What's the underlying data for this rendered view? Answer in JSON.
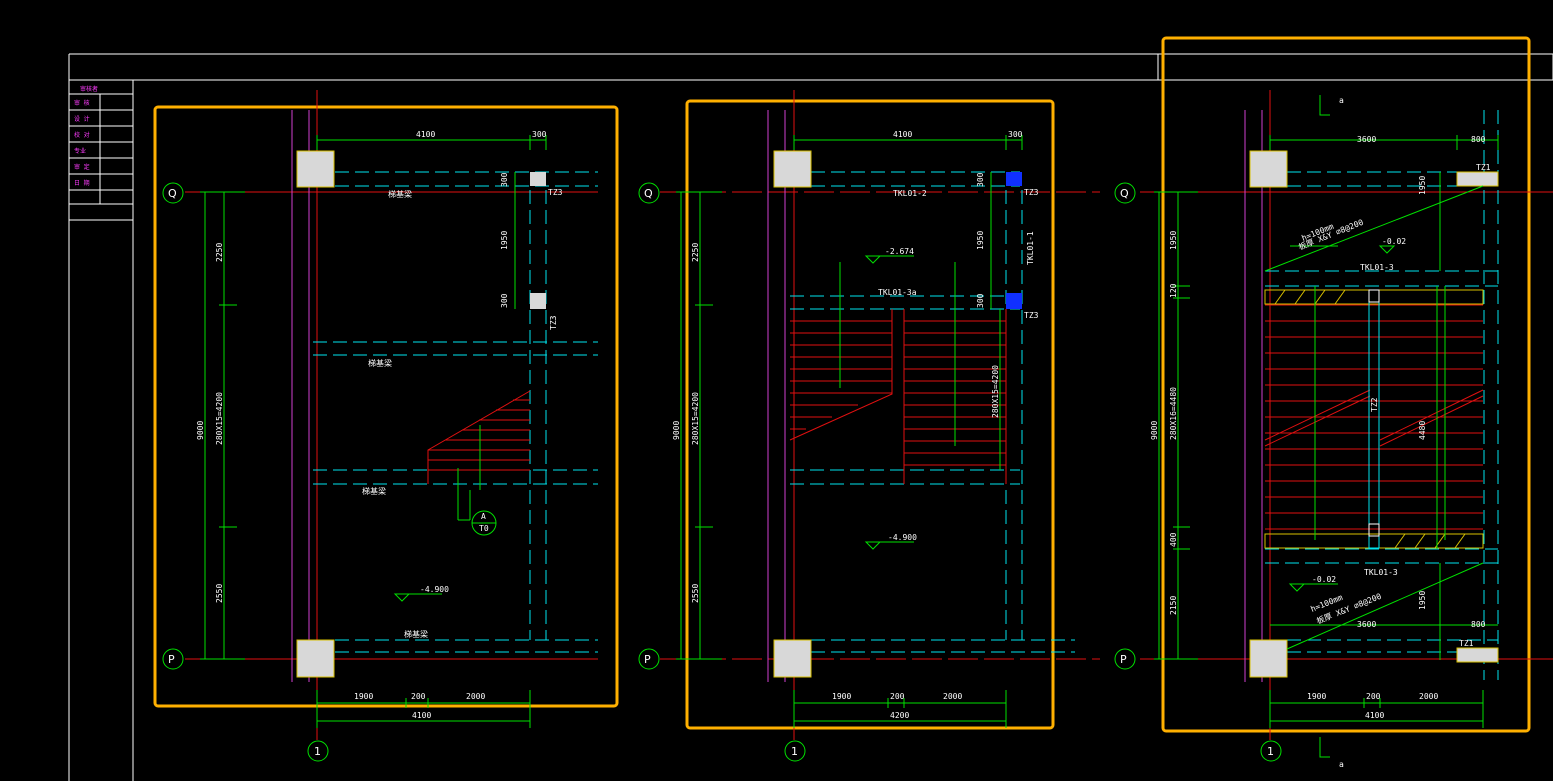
{
  "title_block_labels": [
    "审核者",
    "审 核",
    "设 计",
    "校 对",
    "专业",
    "审 定",
    "日 期"
  ],
  "axis_labels": {
    "top": "Q",
    "bottom": "P",
    "col": "1"
  },
  "section_mark": "A",
  "section_sheet": "T0",
  "top_mark": "a",
  "views": [
    {
      "dim_top": "4100",
      "dim_top_r": "300",
      "dim_bottom_parts": [
        "1900",
        "200",
        "2000"
      ],
      "dim_bottom_total": "4100",
      "vdims": [
        "2250",
        "280X15=4200",
        "2550"
      ],
      "vdim_total": "9000",
      "level": "-4.900",
      "col_tag": "TZ3",
      "col_tag2": "TZ3",
      "beam_label": "梯基梁",
      "rvdims": [
        "300",
        "1950",
        "300"
      ]
    },
    {
      "dim_top": "4100",
      "dim_top_r": "300",
      "dim_bottom_parts": [
        "1900",
        "200",
        "2000"
      ],
      "dim_bottom_total": "4200",
      "vdims": [
        "2250",
        "280X15=4200",
        "2550"
      ],
      "vdim_total": "9000",
      "level": "-4.900",
      "level2": "-2.674",
      "beam_label": "TKL01-2",
      "beam_label2": "TKL01-3a",
      "beam_label3": "TKL01-1",
      "run_label": "280X15=4200",
      "col_tag": "TZ3",
      "col_tag2": "TZ3",
      "rvdims": [
        "300",
        "1950",
        "300"
      ]
    },
    {
      "dim_top": "3600",
      "dim_top_r": "800",
      "dim_bottom_parts": [
        "1900",
        "200",
        "2000"
      ],
      "dim_bottom_total": "4100",
      "vdims": [
        "1950",
        "120",
        "280X16=4480",
        "400",
        "2150"
      ],
      "vdim_total": "9000",
      "level": "-0.02",
      "level2": "-0.02",
      "beam_label": "TKL01-3",
      "beam_label2": "TKL01-3",
      "run_label": "280X16=4480",
      "col_tag": "TZ1",
      "col_tag2": "TZ1",
      "slab_note1": "h=100mm",
      "slab_note2": "板厚 X&Y ⌀8@200",
      "slab_note3": "板厚 X&Y ⌀8@200",
      "dim_bot_r": "3600",
      "dim_bot_r2": "800",
      "rvdims": [
        "1950",
        "4480",
        "1950"
      ],
      "mid_col": "TZ2"
    }
  ]
}
